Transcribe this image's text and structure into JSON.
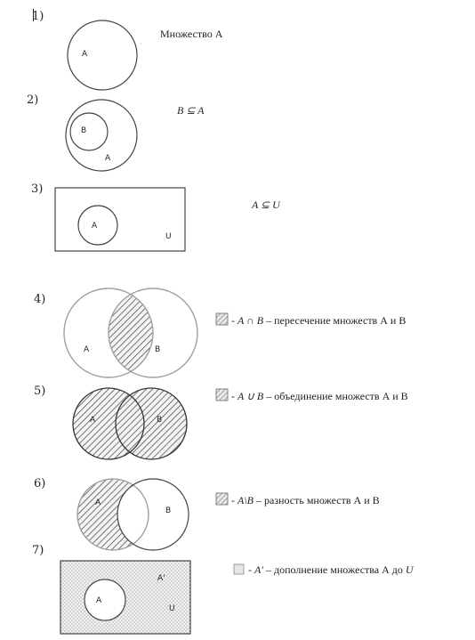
{
  "items": [
    {
      "number": "1)",
      "labels": [
        "A"
      ],
      "caption": "Множество А"
    },
    {
      "number": "2)",
      "labels": [
        "B",
        "A"
      ],
      "caption": "B ⊆ A"
    },
    {
      "number": "3)",
      "labels": [
        "A",
        "U"
      ],
      "caption": "A ⊆ U"
    },
    {
      "number": "4)",
      "labels": [
        "A",
        "B"
      ],
      "caption_prefix": "- ",
      "caption_math": "A ∩ B",
      "caption_rest": " – пересечение множеств А и В"
    },
    {
      "number": "5)",
      "labels": [
        "A",
        "B"
      ],
      "caption_prefix": "- ",
      "caption_math": "A ∪ B",
      "caption_rest": " – объединение множеств А и В"
    },
    {
      "number": "6)",
      "labels": [
        "A",
        "B"
      ],
      "caption_prefix": "- ",
      "caption_math": "A\\B",
      "caption_rest": " – разность множеств А и В"
    },
    {
      "number": "7)",
      "labels": [
        "A",
        "A'",
        "U"
      ],
      "caption_prefix": "- ",
      "caption_math": "A′",
      "caption_rest": " – дополнение множества А до ",
      "caption_tail": "U"
    }
  ],
  "colors": {
    "stroke": "#444444",
    "light_stroke": "#9a9a9a",
    "hatch": "#555555",
    "dots": "#888888"
  }
}
